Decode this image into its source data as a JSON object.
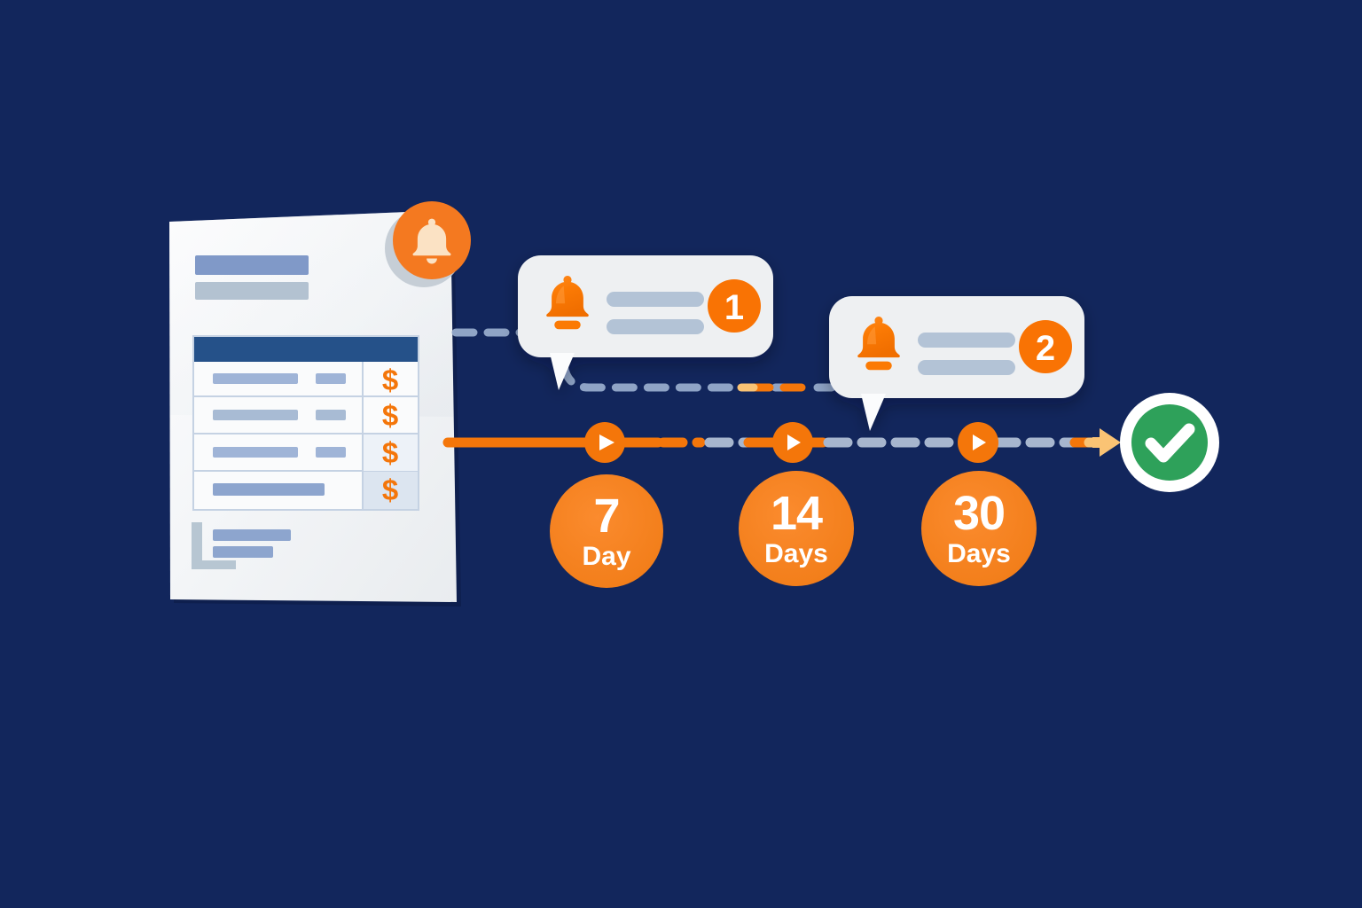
{
  "scene": {
    "title": "Invoice payment reminder timeline",
    "background_color": "#12265C",
    "accent_orange": "#F47920",
    "accent_orange_bright": "#FB7A04",
    "accent_peach": "#FAC374",
    "success_green": "#2EA15A",
    "paper_white": "#F4F5F7",
    "bar_blue": "#8099C8",
    "bar_blue_light": "#B3C2D1",
    "table_header_blue": "#255189"
  },
  "document": {
    "name": "invoice-document",
    "bell_badge": {
      "icon": "bell-icon",
      "color": "#F47920"
    },
    "header_bars": [
      {
        "color": "#8099C8",
        "width": 130
      },
      {
        "color": "#B3C2D1",
        "width": 130
      }
    ],
    "table": {
      "header_color": "#255189",
      "rows": [
        {
          "label_bar_width": 95,
          "qty_bar_width": 33,
          "amount": "$"
        },
        {
          "label_bar_width": 95,
          "qty_bar_width": 33,
          "amount": "$"
        },
        {
          "label_bar_width": 95,
          "qty_bar_width": 33,
          "amount": "$"
        },
        {
          "label_bar_width": 125,
          "qty_bar_width": 0,
          "amount": "$"
        }
      ],
      "amount_symbol": "$"
    },
    "footer_bars": [
      {
        "color": "#8099C8",
        "width": 88
      },
      {
        "color": "#8099C8",
        "width": 68
      }
    ]
  },
  "notifications": [
    {
      "id": "notification-bubble-1",
      "icon": "bell-icon",
      "badge": "1",
      "text_lines": [
        "",
        ""
      ]
    },
    {
      "id": "notification-bubble-2",
      "icon": "bell-icon",
      "badge": "2",
      "text_lines": [
        "",
        ""
      ]
    }
  ],
  "timeline": {
    "name": "reminder-timeline",
    "markers": [
      {
        "icon": "play-icon",
        "at": 682
      },
      {
        "icon": "play-icon",
        "at": 894
      },
      {
        "icon": "play-icon",
        "at": 1103
      }
    ],
    "milestones": [
      {
        "id": "milestone-7-day",
        "number": "7",
        "unit": "Day"
      },
      {
        "id": "milestone-14-days",
        "number": "14",
        "unit": "Days"
      },
      {
        "id": "milestone-30-days",
        "number": "30",
        "unit": "Days"
      }
    ],
    "end_state": {
      "id": "success-check",
      "icon": "check-circle-icon",
      "ring_color": "#FFFFFF",
      "fill_color": "#2EA15A"
    },
    "arrow": {
      "icon": "arrow-right-icon",
      "color": "#FAC374"
    }
  }
}
